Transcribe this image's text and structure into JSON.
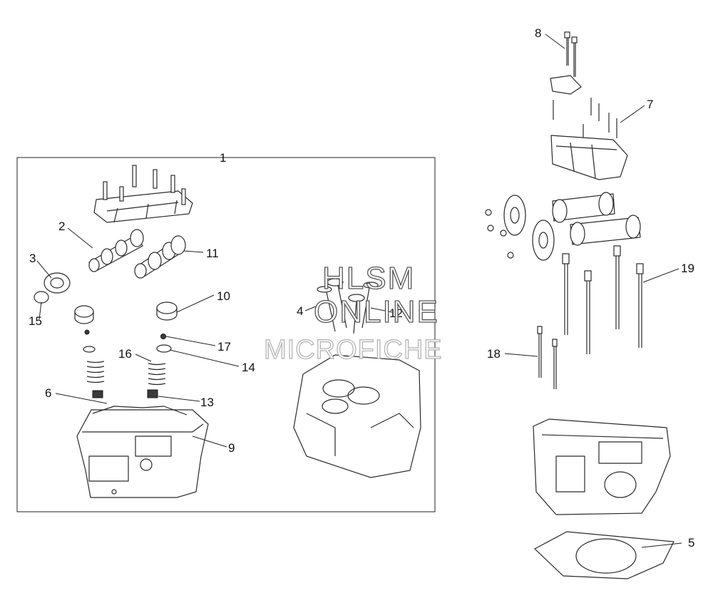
{
  "callouts": {
    "c1": "1",
    "c2": "2",
    "c3": "3",
    "c4": "4",
    "c5": "5",
    "c6": "6",
    "c7": "7",
    "c8": "8",
    "c9": "9",
    "c10": "10",
    "c11": "11",
    "c12": "12",
    "c13": "13",
    "c14": "14",
    "c15": "15",
    "c16": "16",
    "c17": "17",
    "c18": "18",
    "c19": "19"
  },
  "watermark": {
    "line1": "HLSM",
    "line2": "ONLINE",
    "line3": "MICROFICHE"
  }
}
